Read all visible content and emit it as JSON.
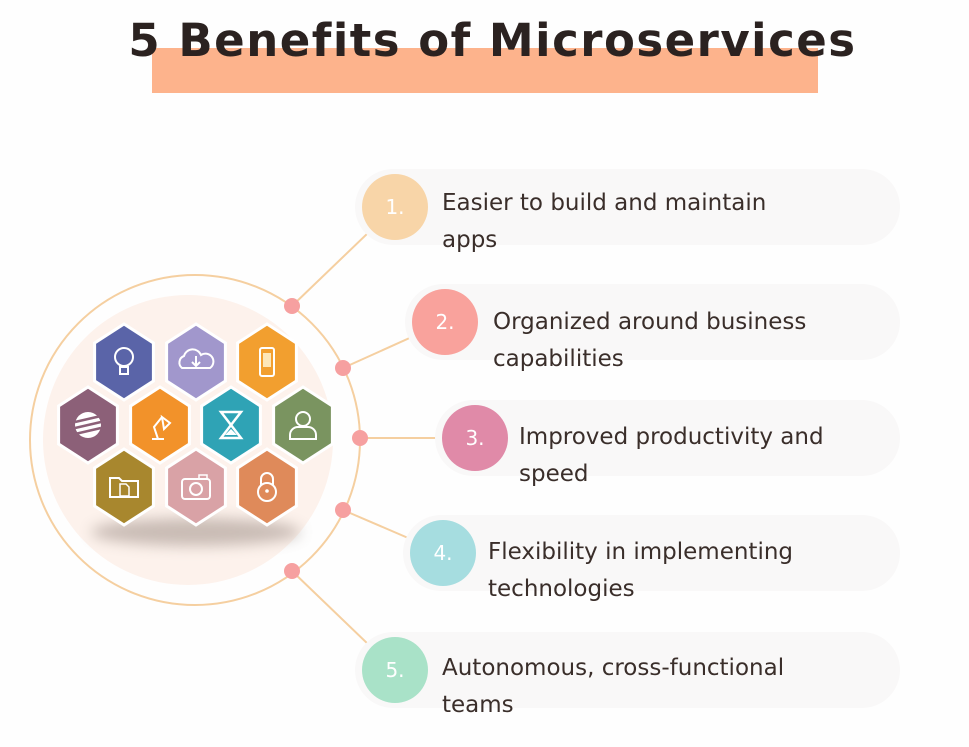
{
  "title": "5 Benefits of Microservices",
  "colors": {
    "highlight": "#fdb38c",
    "ring": "#f5cfa0",
    "dot": "#f6a0a0"
  },
  "benefits": [
    {
      "number": "1.",
      "line1": "Easier to build and maintain",
      "line2": "apps",
      "color": "#f8d5a8"
    },
    {
      "number": "2.",
      "line1": "Organized around business",
      "line2": "capabilities",
      "color": "#f9a29c"
    },
    {
      "number": "3.",
      "line1": "Improved productivity and",
      "line2": "speed",
      "color": "#e08aa8"
    },
    {
      "number": "4.",
      "line1": "Flexibility in implementing",
      "line2": "technologies",
      "color": "#a6dde0"
    },
    {
      "number": "5.",
      "line1": "Autonomous, cross-functional",
      "line2": "teams",
      "color": "#a9e2c8"
    }
  ],
  "hexagons": [
    {
      "icon": "lightbulb-icon",
      "color": "#5a64a8"
    },
    {
      "icon": "cloud-download-icon",
      "color": "#a197cc"
    },
    {
      "icon": "smartphone-icon",
      "color": "#f29f2f"
    },
    {
      "icon": "globe-icon",
      "color": "#8c6078"
    },
    {
      "icon": "desk-lamp-icon",
      "color": "#f2922a"
    },
    {
      "icon": "hourglass-icon",
      "color": "#2fa3b5"
    },
    {
      "icon": "user-icon",
      "color": "#7a9460"
    },
    {
      "icon": "folder-icon",
      "color": "#a8872e"
    },
    {
      "icon": "camera-icon",
      "color": "#d9a2a6"
    },
    {
      "icon": "padlock-icon",
      "color": "#df8a5a"
    }
  ]
}
